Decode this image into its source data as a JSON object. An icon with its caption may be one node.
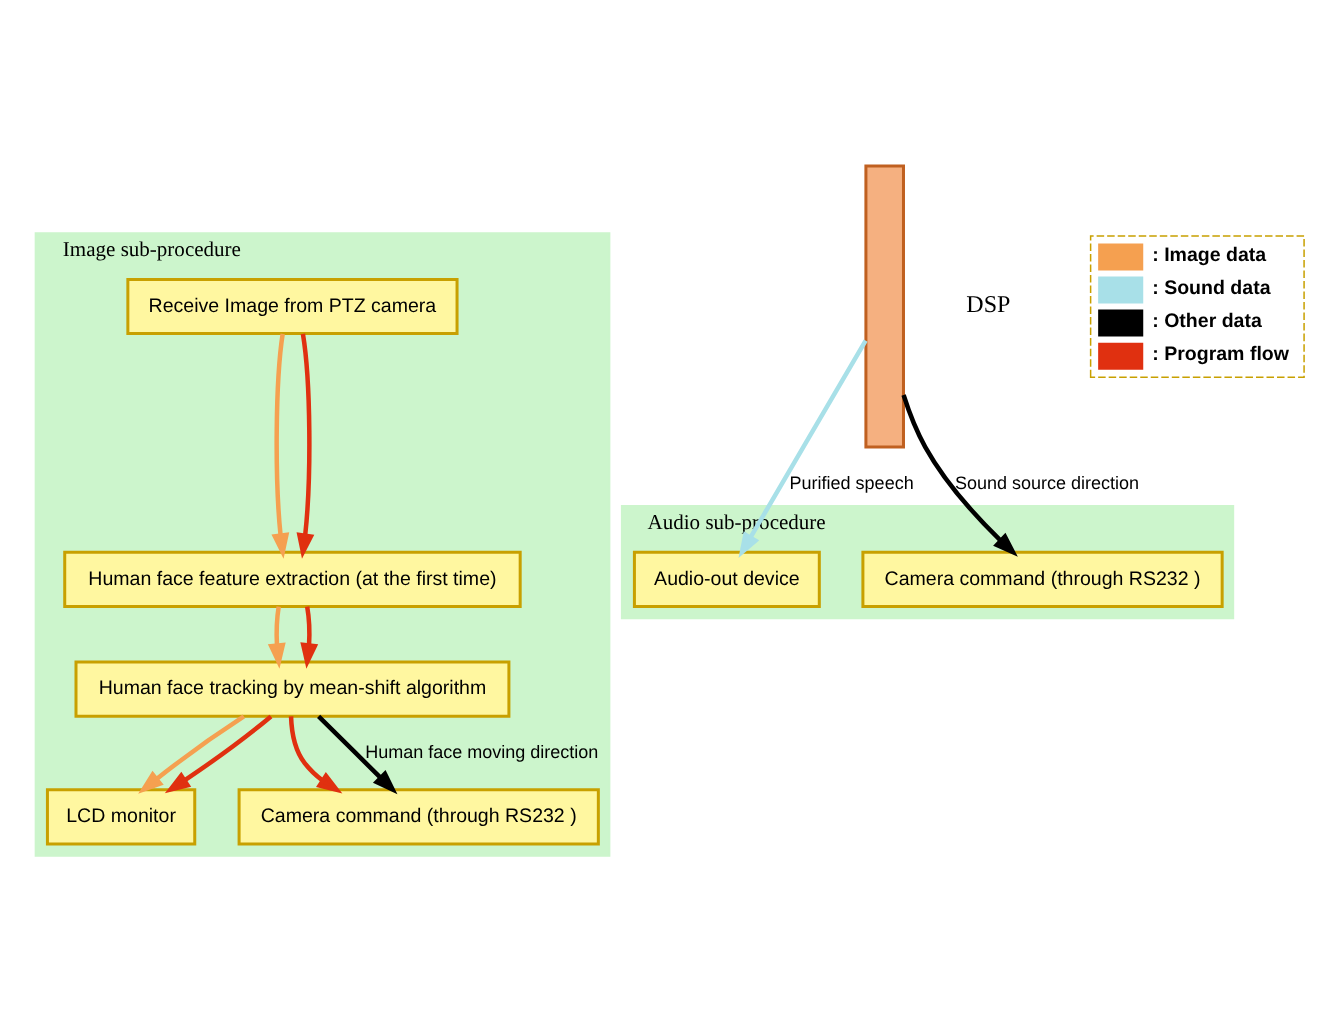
{
  "diagram": {
    "nodes": [
      {
        "text": [
          "Image sub-procedure"
        ]
      },
      {
        "text": [
          "Receive Image from PTZ camera"
        ],
        "in": 0
      },
      {
        "text": [
          "Human face feature extraction (at the first time)"
        ],
        "in": 0
      },
      {
        "text": [
          "Human face tracking by mean-shift algorithm"
        ],
        "in": 0
      },
      {
        "text": [
          "LCD monitor"
        ],
        "in": 0
      },
      {
        "text": [
          "Camera command (through RS232 )"
        ],
        "in": 0
      },
      {
        "text": [
          "Audio sub-procedure"
        ]
      },
      {
        "text": [
          "Audio-out device"
        ],
        "in": 6
      },
      {
        "text": [
          "Camera command (through RS232 )"
        ],
        "in": 6
      },
      {
        "text": [],
        "shape": "bar"
      }
    ],
    "edges": [
      {
        "from": 1,
        "to": 2,
        "arrow": "to",
        "color": "#f5a050"
      },
      {
        "from": 1,
        "to": 2,
        "arrow": "to"
      },
      {
        "from": 2,
        "to": 3,
        "arrow": "to",
        "color": "#f5a050"
      },
      {
        "from": 2,
        "to": 3,
        "arrow": "to"
      },
      {
        "from": 3,
        "to": 4,
        "arrow": "to",
        "color": "#f5a050"
      },
      {
        "from": 3,
        "to": 4,
        "arrow": "to"
      },
      {
        "from": 3,
        "to": 5,
        "arrow": "to"
      },
      {
        "from": 3,
        "to": 5,
        "arrow": "to",
        "label": "Human face moving direction",
        "color": "#000000"
      },
      {
        "from": 9,
        "to": 7,
        "arrow": "to",
        "label": "Purified speech",
        "color": "#a8e0e8"
      },
      {
        "from": 9,
        "to": 8,
        "arrow": "to",
        "label": "Sound source direction",
        "color": "#000000"
      }
    ],
    "labels": [
      "DSP"
    ],
    "legend": [
      {
        "text": ": Image data",
        "color": "#f5a050"
      },
      {
        "text": ": Sound data",
        "color": "#a8e0e8"
      },
      {
        "text": ": Other data",
        "color": "#000000"
      },
      {
        "text": ": Program flow",
        "color": "#e03010"
      }
    ]
  }
}
